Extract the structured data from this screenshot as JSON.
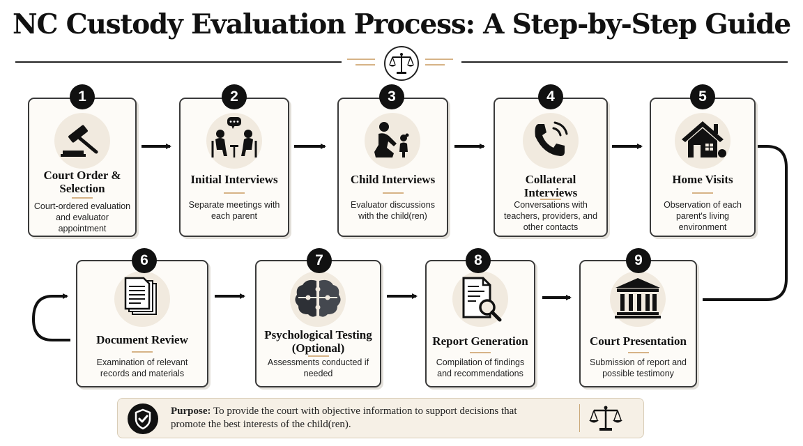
{
  "header": {
    "title": "NC Custody Evaluation Process: A Step-by-Step Guide"
  },
  "steps": [
    {
      "number": "1",
      "title": "Court Order & Selection",
      "description": "Court-ordered evaluation and evaluator appointment",
      "icon": "gavel-icon"
    },
    {
      "number": "2",
      "title": "Initial Interviews",
      "description": "Separate meetings with each parent",
      "icon": "meeting-icon"
    },
    {
      "number": "3",
      "title": "Child Interviews",
      "description": "Evaluator discussions with the child(ren)",
      "icon": "adult-child-icon"
    },
    {
      "number": "4",
      "title": "Collateral Interviews",
      "description": "Conversations with teachers, providers, and other contacts",
      "icon": "phone-icon"
    },
    {
      "number": "5",
      "title": "Home Visits",
      "description": "Observation of each parent's living environment",
      "icon": "house-icon"
    },
    {
      "number": "6",
      "title": "Document Review",
      "description": "Examination of relevant records and materials",
      "icon": "documents-icon"
    },
    {
      "number": "7",
      "title": "Psychological Testing (Optional)",
      "description": "Assessments conducted if needed",
      "icon": "brain-puzzle-icon"
    },
    {
      "number": "8",
      "title": "Report Generation",
      "description": "Compilation of findings and recommendations",
      "icon": "report-magnifier-icon"
    },
    {
      "number": "9",
      "title": "Court Presentation",
      "description": "Submission of report and possible testimony",
      "icon": "courthouse-icon"
    }
  ],
  "purpose": {
    "label": "Purpose:",
    "text": "To provide the court with objective information to support decisions that promote the best interests of the child(ren).",
    "icon_left": "shield-check-icon",
    "icon_right": "scales-icon"
  },
  "colors": {
    "accent": "#d6b386",
    "dark": "#111111",
    "card_bg": "#fdfbf7",
    "icon_bg": "#f1eadf",
    "purpose_bg": "#f6f0e6"
  }
}
